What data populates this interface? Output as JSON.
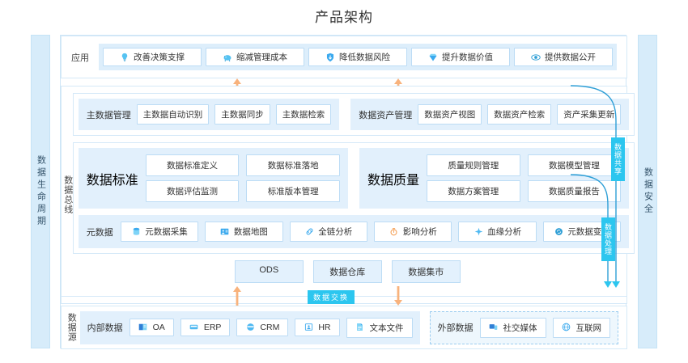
{
  "title": "产品架构",
  "side_bands": {
    "left": {
      "label": "数据生命周期"
    },
    "right": {
      "label": "数据安全"
    }
  },
  "application": {
    "label": "应用",
    "items": [
      {
        "label": "改善决策支撑",
        "icon": "lightbulb-icon"
      },
      {
        "label": "缩减管理成本",
        "icon": "piggybank-icon"
      },
      {
        "label": "降低数据风险",
        "icon": "shield-icon"
      },
      {
        "label": "提升数据价值",
        "icon": "diamond-icon"
      },
      {
        "label": "提供数据公开",
        "icon": "eye-icon"
      }
    ]
  },
  "bus": {
    "label": "数据总线",
    "master_data": {
      "name": "主数据管理",
      "items": [
        "主数据自动识别",
        "主数据同步",
        "主数据检索"
      ]
    },
    "data_asset": {
      "name": "数据资产管理",
      "items": [
        "数据资产视图",
        "数据资产检索",
        "资产采集更新"
      ]
    },
    "data_standard": {
      "name": "数据标准",
      "items": [
        "数据标准定义",
        "数据标准落地",
        "数据评估监测",
        "标准版本管理"
      ]
    },
    "data_quality": {
      "name": "数据质量",
      "items": [
        "质量规则管理",
        "数据模型管理",
        "数据方案管理",
        "数据质量报告"
      ]
    },
    "metadata": {
      "name": "元数据",
      "items": [
        {
          "label": "元数据采集",
          "icon": "database-icon"
        },
        {
          "label": "数据地图",
          "icon": "map-icon"
        },
        {
          "label": "全链分析",
          "icon": "link-icon"
        },
        {
          "label": "影响分析",
          "icon": "timer-icon"
        },
        {
          "label": "血缘分析",
          "icon": "sparkle-icon"
        },
        {
          "label": "元数据变更",
          "icon": "refresh-icon"
        }
      ]
    },
    "storage": [
      "ODS",
      "数据仓库",
      "数据集市"
    ]
  },
  "connectors": {
    "data_exchange": "数据交换",
    "data_share": "数据共享",
    "data_process": "数据处理"
  },
  "source": {
    "label": "数据源",
    "internal": {
      "name": "内部数据",
      "items": [
        {
          "label": "OA",
          "icon": "oa-icon"
        },
        {
          "label": "ERP",
          "icon": "erp-icon"
        },
        {
          "label": "CRM",
          "icon": "crm-icon"
        },
        {
          "label": "HR",
          "icon": "hr-icon"
        },
        {
          "label": "文本文件",
          "icon": "file-icon"
        }
      ]
    },
    "external": {
      "name": "外部数据",
      "items": [
        {
          "label": "社交媒体",
          "icon": "social-icon"
        },
        {
          "label": "互联网",
          "icon": "globe-icon"
        }
      ]
    }
  },
  "colors": {
    "accent": "#2cc6ef",
    "panel_bg": "#e2f0fc",
    "border": "#bcdcf5",
    "arrow_orange": "#f5a96b"
  }
}
